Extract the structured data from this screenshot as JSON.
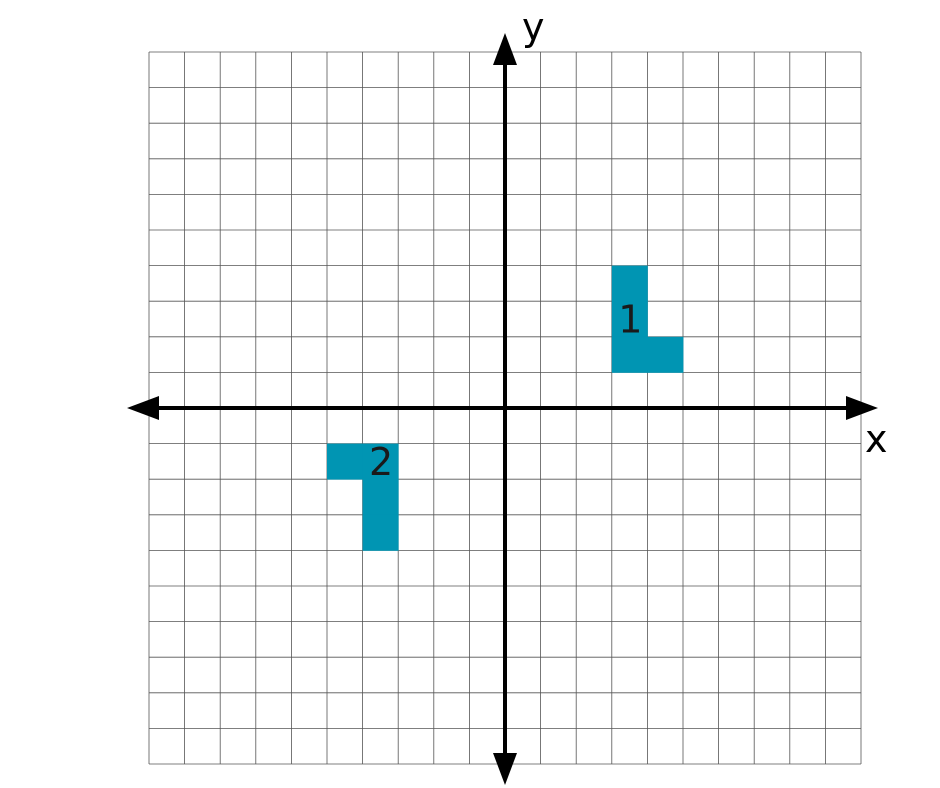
{
  "diagram": {
    "x_axis_label": "x",
    "y_axis_label": "y",
    "grid": {
      "x_range": [
        -10,
        10
      ],
      "y_range": [
        -10,
        10
      ],
      "visible": true
    },
    "colors": {
      "grid": "#555555",
      "axes": "#000000",
      "shape_fill": "#0095b3",
      "background": "#ffffff"
    },
    "shapes": [
      {
        "label": "1",
        "cells": [
          [
            3,
            3
          ],
          [
            3,
            2
          ],
          [
            3,
            1
          ],
          [
            4,
            1
          ]
        ]
      },
      {
        "label": "2",
        "cells": [
          [
            -5,
            -2
          ],
          [
            -4,
            -2
          ],
          [
            -4,
            -3
          ],
          [
            -4,
            -4
          ]
        ]
      }
    ]
  }
}
